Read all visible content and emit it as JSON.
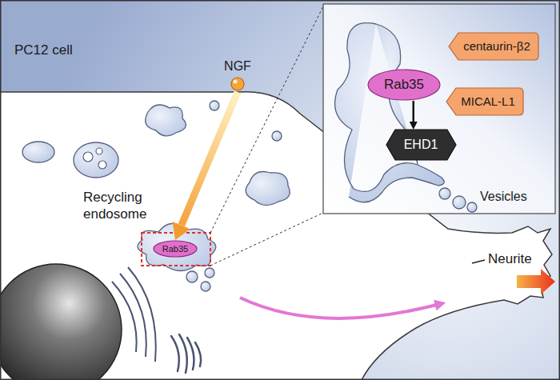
{
  "diagram": {
    "nodes": [
      {
        "text": [
          "NGF"
        ]
      },
      {
        "text": [
          "Rab35"
        ]
      },
      {
        "text": [
          "Rab35"
        ]
      },
      {
        "text": [
          "centaurin-β2"
        ]
      },
      {
        "text": [
          "MICAL-L1"
        ]
      },
      {
        "text": [
          "EHD1"
        ]
      }
    ],
    "edges": [
      {
        "from": 0,
        "to": 1,
        "arrow": "to"
      },
      {
        "from": 2,
        "to": 5,
        "arrow": "to"
      }
    ],
    "labels": [
      "PC12 cell",
      "Recycling endosome",
      "Vesicles",
      "Neurite"
    ]
  }
}
